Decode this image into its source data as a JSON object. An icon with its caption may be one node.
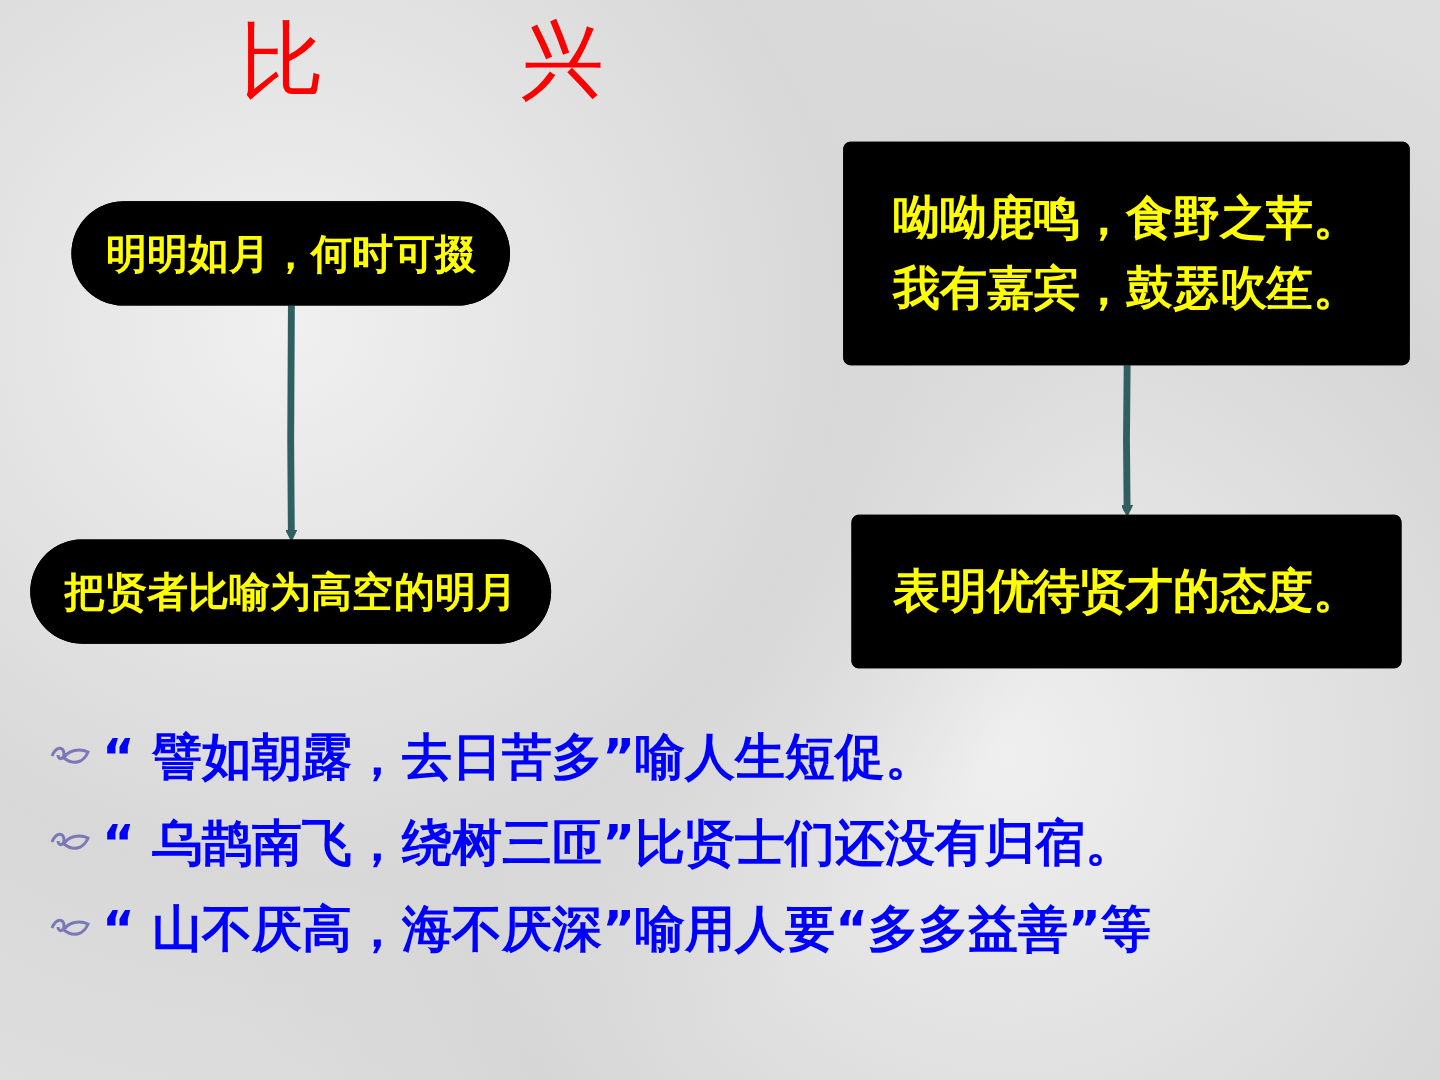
{
  "diagram": {
    "nodes": [
      {
        "text": [
          "明明如月，何时可掇"
        ]
      },
      {
        "text": [
          "把贤者比喻为高空的明月"
        ]
      },
      {
        "text": [
          "呦呦鹿鸣，食野之苹。我有嘉宾，鼓瑟吹笙。"
        ]
      },
      {
        "text": [
          "表明优待贤才的态度。"
        ]
      }
    ],
    "edges": [
      {
        "from": 0,
        "to": 1,
        "arrow": "to"
      },
      {
        "from": 2,
        "to": 3,
        "arrow": "to"
      }
    ],
    "labels": [
      "比",
      "兴",
      "“ 譬如朝露，去日苦多”喻人生短促。",
      "“ 乌鹊南飞，绕树三匝”比贤士们还没有归宿。",
      "“ 山不厌高，海不厌深”喻用人要“多多益善”等"
    ]
  }
}
